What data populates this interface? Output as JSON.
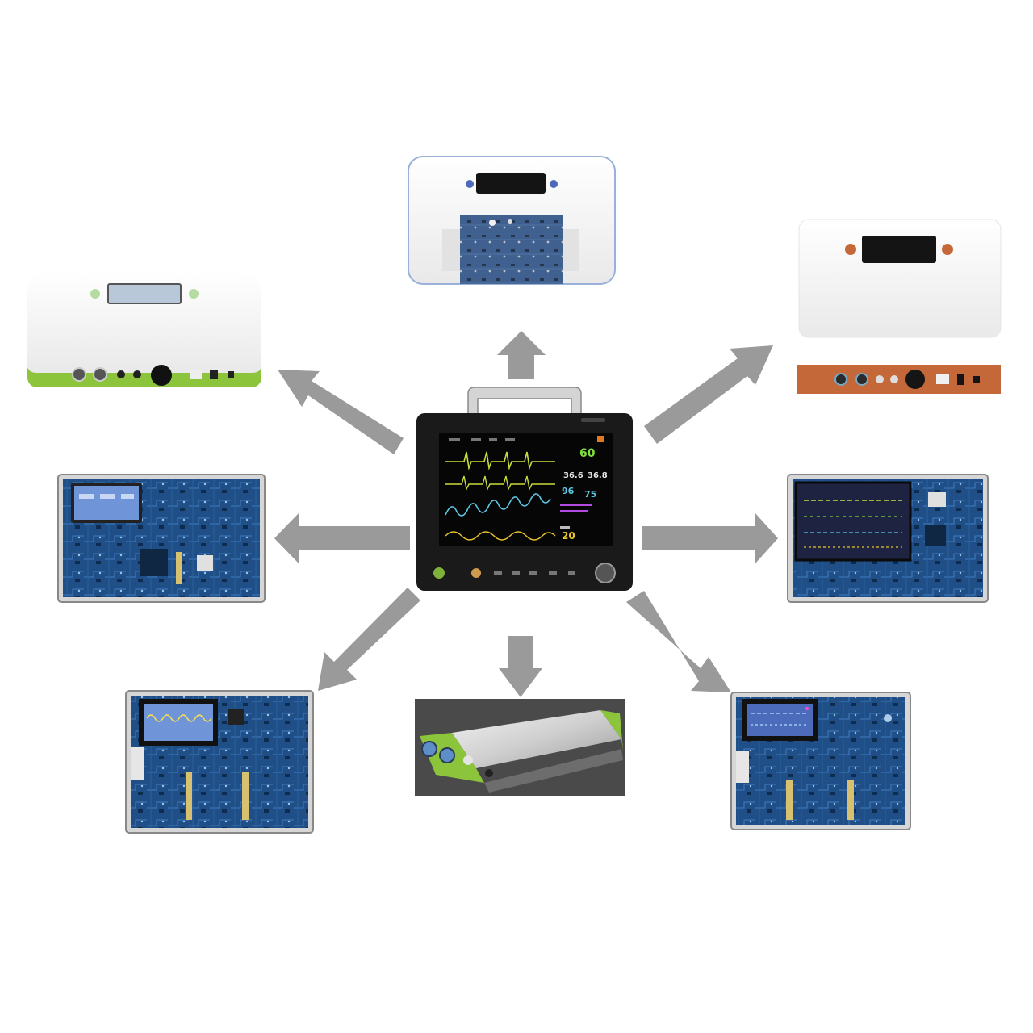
{
  "colors": {
    "arrow": "#9a9a9a",
    "board_blue": "#1e4f86",
    "green_accent": "#8cc43c",
    "orange_accent": "#c4683a",
    "monitor_body": "#1a1a1a",
    "ecg_green": "#c8dc3c",
    "wave_cyan": "#5ec8e6"
  },
  "center_monitor": {
    "readouts": {
      "hr": "60",
      "temp_1": "36.6",
      "temp_2": "36.8",
      "spo2": "96",
      "pulse": "75",
      "resp": "20"
    }
  },
  "nodes": [
    {
      "id": "white-box-blue-board",
      "icon": "white-enclosure-with-circuit-board-icon",
      "direction": "up"
    },
    {
      "id": "white-box-orange-panel",
      "icon": "white-enclosure-with-orange-panel-icon",
      "direction": "up-right"
    },
    {
      "id": "board-with-monitor-screen-right",
      "icon": "circuit-board-with-screen-icon",
      "direction": "right"
    },
    {
      "id": "board-with-screen-bottom-right",
      "icon": "circuit-board-with-screen-icon",
      "direction": "down-right"
    },
    {
      "id": "green-silver-module",
      "icon": "green-silver-module-icon",
      "direction": "down"
    },
    {
      "id": "board-with-scope-screen-bottom-left",
      "icon": "circuit-board-with-screen-icon",
      "direction": "down-left"
    },
    {
      "id": "board-with-touch-screen-left",
      "icon": "circuit-board-with-screen-icon",
      "direction": "left"
    },
    {
      "id": "white-green-box",
      "icon": "white-green-enclosure-icon",
      "direction": "up-left"
    }
  ]
}
